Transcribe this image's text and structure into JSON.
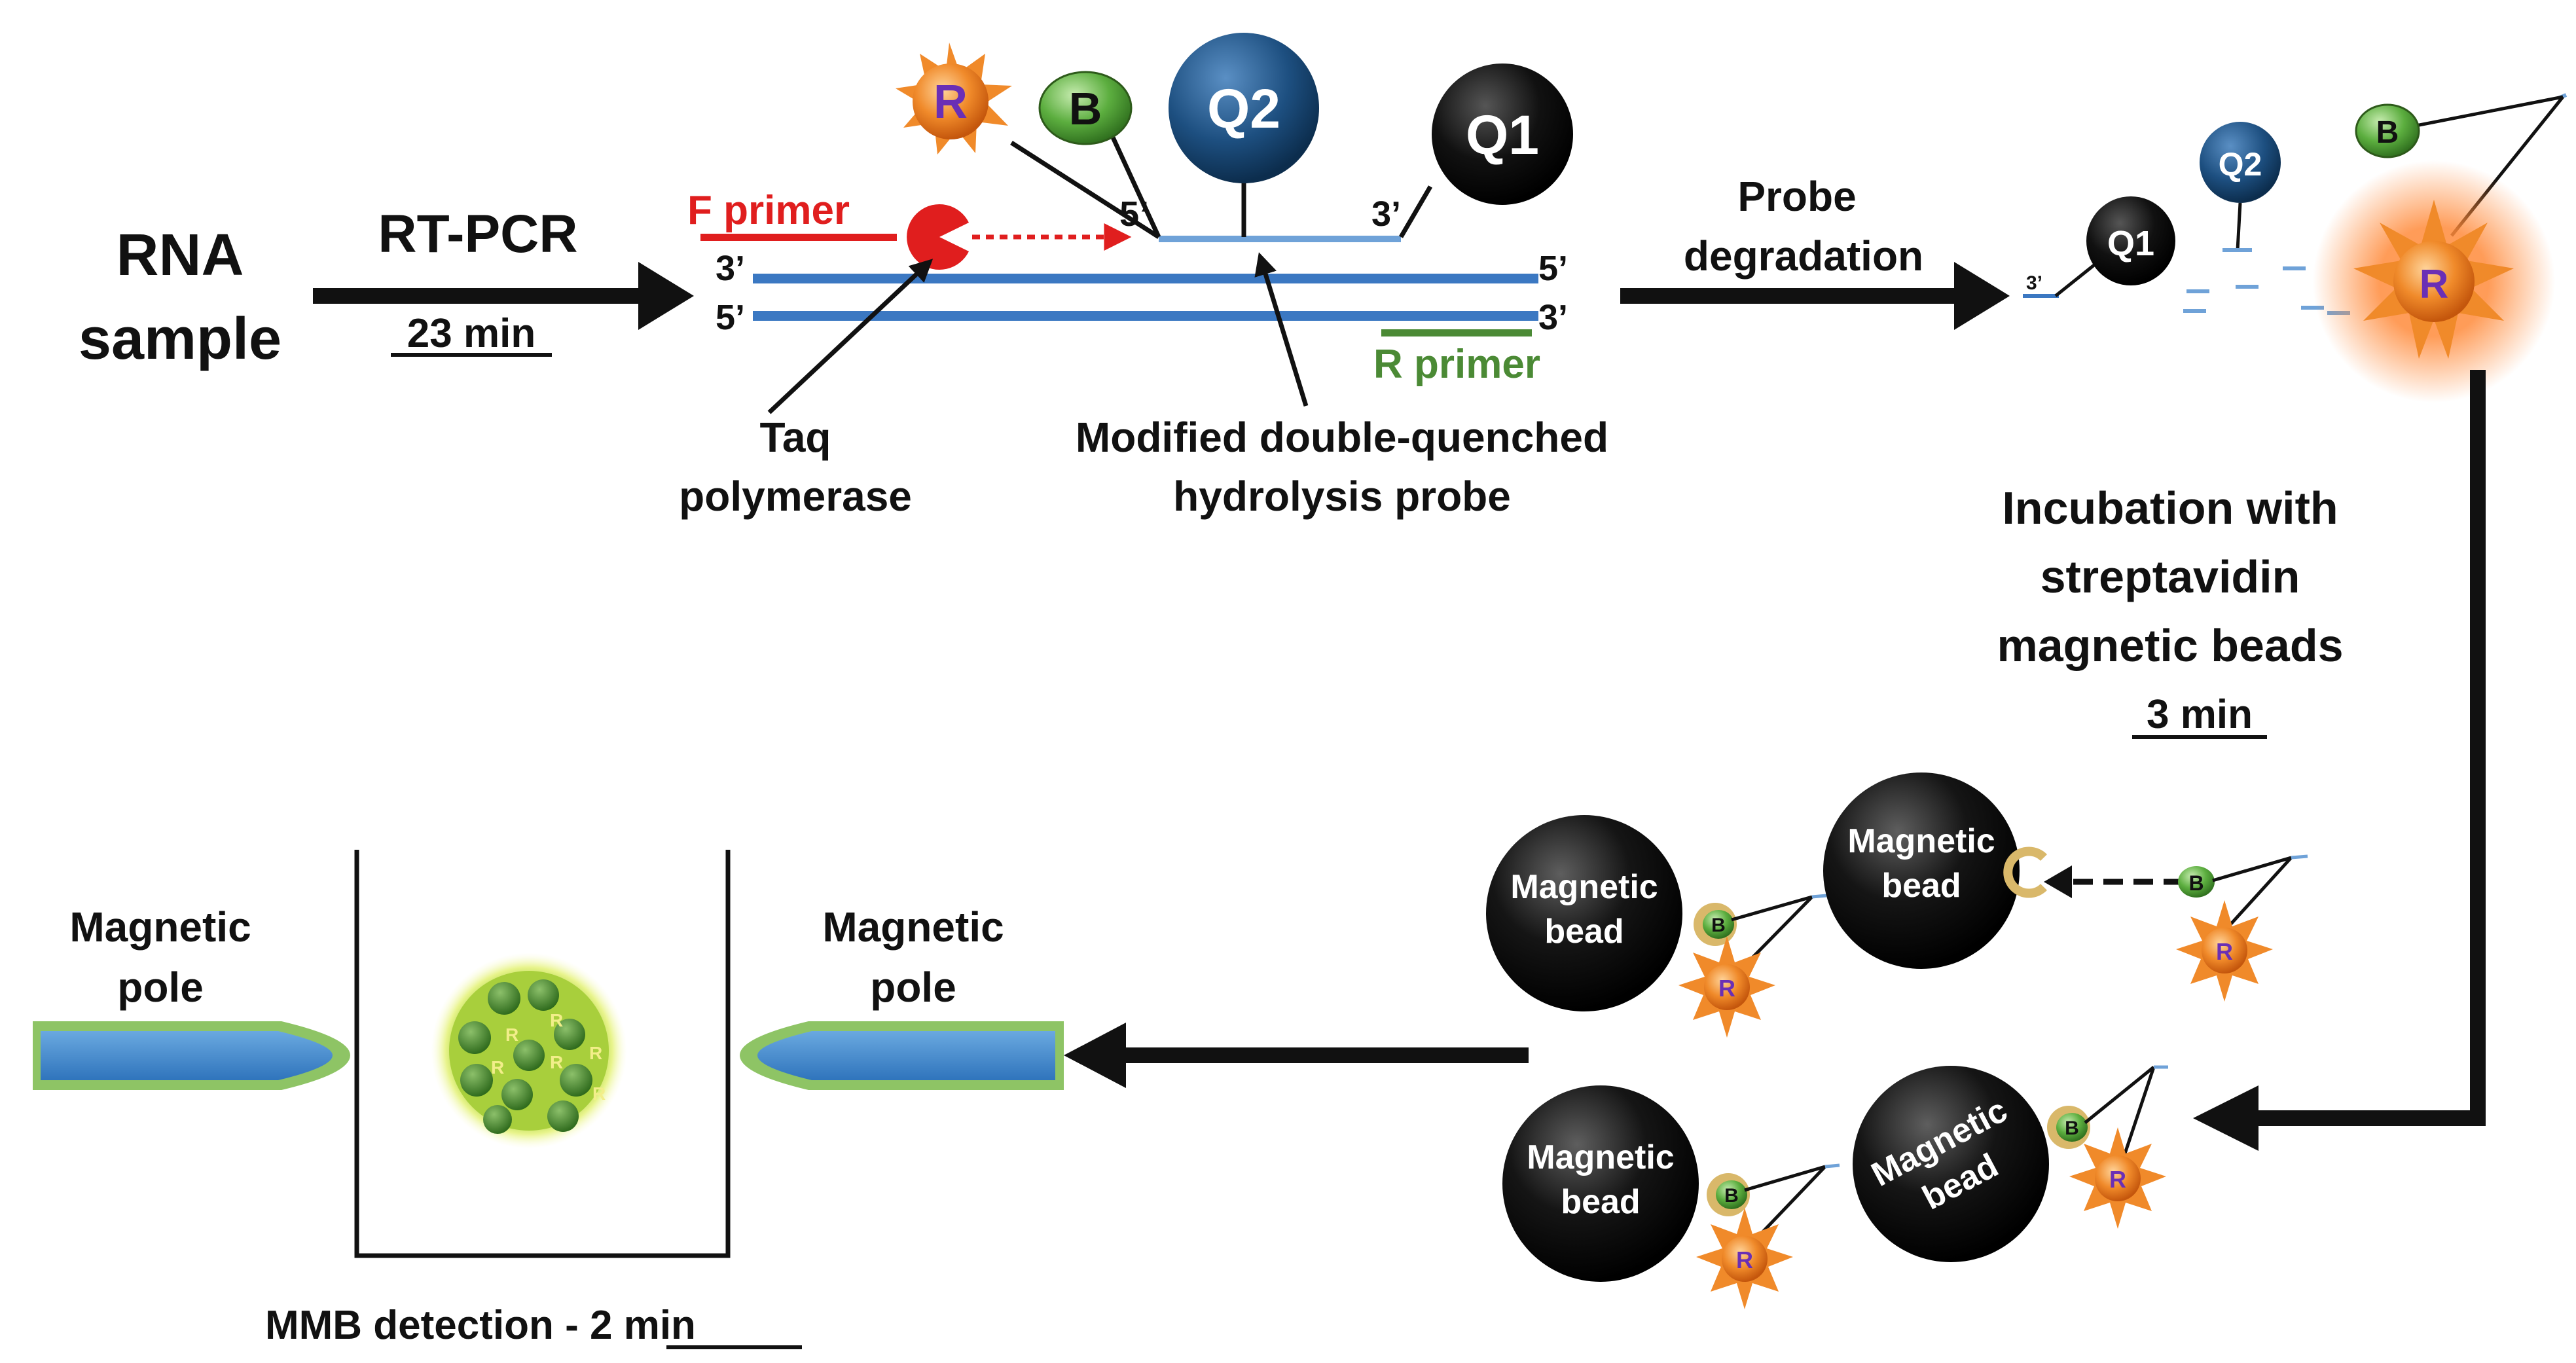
{
  "labels": {
    "rna_sample": [
      "RNA",
      "sample"
    ],
    "rt_pcr": "RT-PCR",
    "rt_pcr_time": "23 min",
    "f_primer": "F primer",
    "r_primer": "R primer",
    "prime3": "3’",
    "prime5": "5’",
    "taq": [
      "Taq",
      "polymerase"
    ],
    "probe_name": [
      "Modified double-quenched",
      "hydrolysis probe"
    ],
    "probe_degradation": [
      "Probe",
      "degradation"
    ],
    "incubation": [
      "Incubation with",
      "streptavidin",
      "magnetic beads"
    ],
    "incubation_time": "3 min",
    "magnetic_pole": [
      "Magnetic",
      "pole"
    ],
    "magnetic_bead": [
      "Magnetic",
      "bead"
    ],
    "mmb_detection": "MMB detection - ",
    "mmb_time": "2 min",
    "q1": "Q1",
    "q2": "Q2",
    "r": "R",
    "b": "B"
  },
  "colors": {
    "dna_strand": "#3b78c2",
    "probe_strand": "#6fa2d8",
    "f_primer": "#e01e1e",
    "r_primer": "#4b8a35",
    "q2_ball": "#1d4f80",
    "q1_ball": "#0c0c0c",
    "biotin": "#5cae3f",
    "reporter": "#f08a2a",
    "reporter_text": "#6a2fb5",
    "pole_fill": "#3e86cc",
    "pole_edge": "#8ec465",
    "cluster": "#a8cf3c"
  }
}
